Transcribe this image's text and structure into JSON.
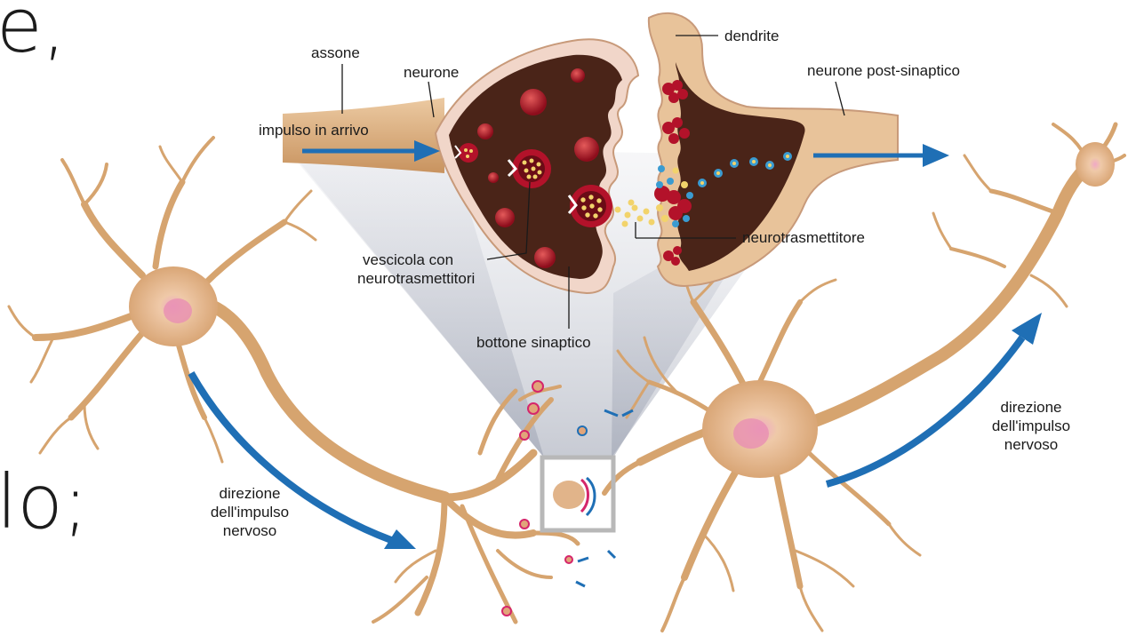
{
  "fragments": {
    "top": "e,",
    "middle": "lo;"
  },
  "labels": {
    "assone": "assone",
    "neurone": "neurone",
    "impulso_in_arrivo": "impulso in arrivo",
    "dendrite": "dendrite",
    "neurone_post_sinaptico": "neurone post-sinaptico",
    "neurotrasmettitore": "neurotrasmettitore",
    "vescicola_line1": "vescicola con",
    "vescicola_line2": "neurotrasmettitori",
    "bottone_sinaptico": "bottone sinaptico",
    "direzione_left_1": "direzione",
    "direzione_left_2": "dell'impulso",
    "direzione_left_3": "nervoso",
    "direzione_right_1": "direzione",
    "direzione_right_2": "dell'impulso",
    "direzione_right_3": "nervoso"
  },
  "colors": {
    "neuron_skin": "#e8c39a",
    "terminal_interior": "#4a2418",
    "vesicle_red": "#b3122a",
    "arrow_blue": "#1f6fb5",
    "neurotransmitter_yellow": "#f2d36b",
    "receptor_blue": "#3a9bd1"
  }
}
